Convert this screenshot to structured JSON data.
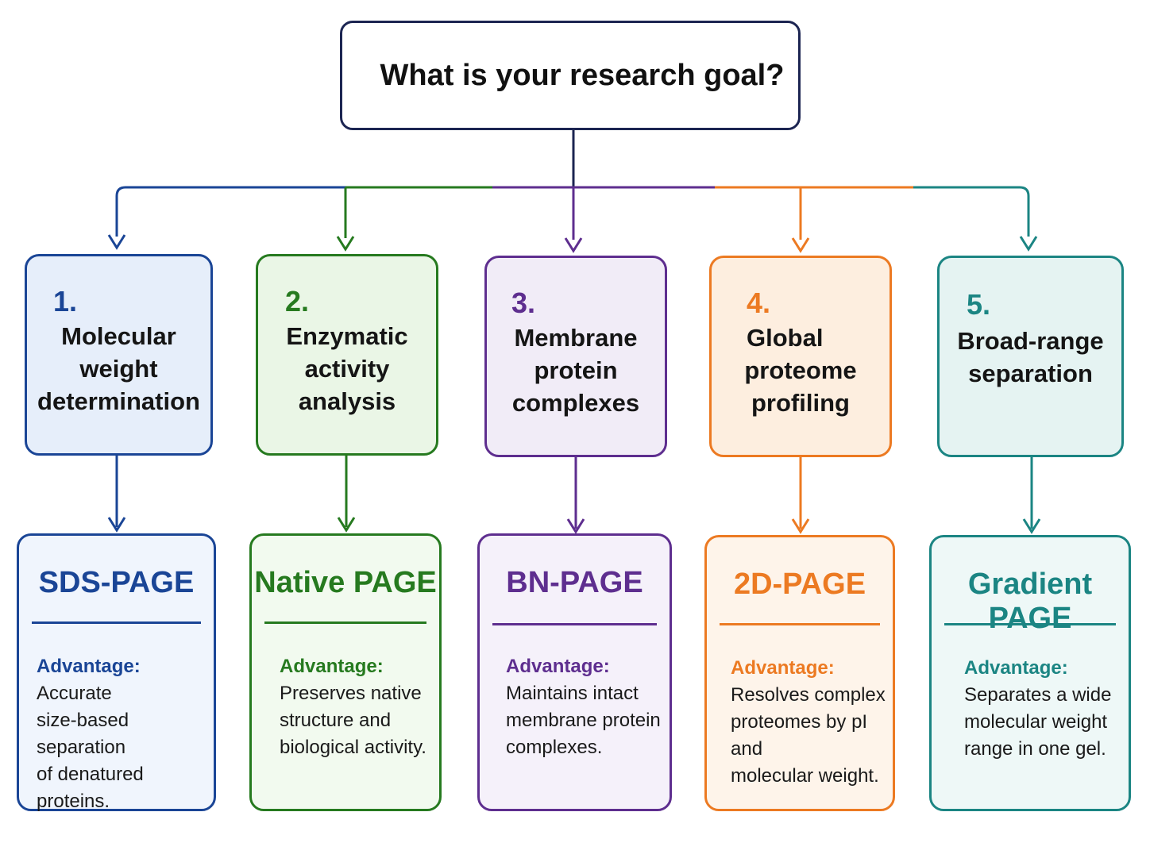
{
  "root": {
    "question": "What is your research goal?"
  },
  "colors": {
    "root_border": "#1c2552",
    "blue": "#1a4596",
    "green": "#267a1f",
    "purple": "#5e2e8f",
    "orange": "#ec7a22",
    "teal": "#1b8583"
  },
  "branches": [
    {
      "number": "1.",
      "goal_lines": [
        "Molecular",
        "weight",
        "determination"
      ],
      "method": "SDS-PAGE",
      "advantage_label": "Advantage:",
      "advantage_lines": [
        "Accurate",
        "size-based separation",
        "of denatured proteins."
      ]
    },
    {
      "number": "2.",
      "goal_lines": [
        "Enzymatic",
        "activity",
        "analysis"
      ],
      "method": "Native PAGE",
      "advantage_label": "Advantage:",
      "advantage_lines": [
        "Preserves native",
        "structure and",
        "biological activity."
      ]
    },
    {
      "number": "3.",
      "goal_lines": [
        "Membrane",
        "protein",
        "complexes"
      ],
      "method": "BN-PAGE",
      "advantage_label": "Advantage:",
      "advantage_lines": [
        "Maintains intact",
        "membrane protein",
        "complexes."
      ]
    },
    {
      "number": "4.",
      "goal_lines": [
        "Global",
        "proteome",
        "profiling"
      ],
      "method": "2D-PAGE",
      "advantage_label": "Advantage:",
      "advantage_lines": [
        "Resolves complex",
        "proteomes by pI and",
        "molecular weight."
      ]
    },
    {
      "number": "5.",
      "goal_lines": [
        "Broad-range",
        "separation"
      ],
      "method": "Gradient PAGE",
      "advantage_label": "Advantage:",
      "advantage_lines": [
        "Separates a wide",
        "molecular weight",
        "range in one gel."
      ]
    }
  ]
}
